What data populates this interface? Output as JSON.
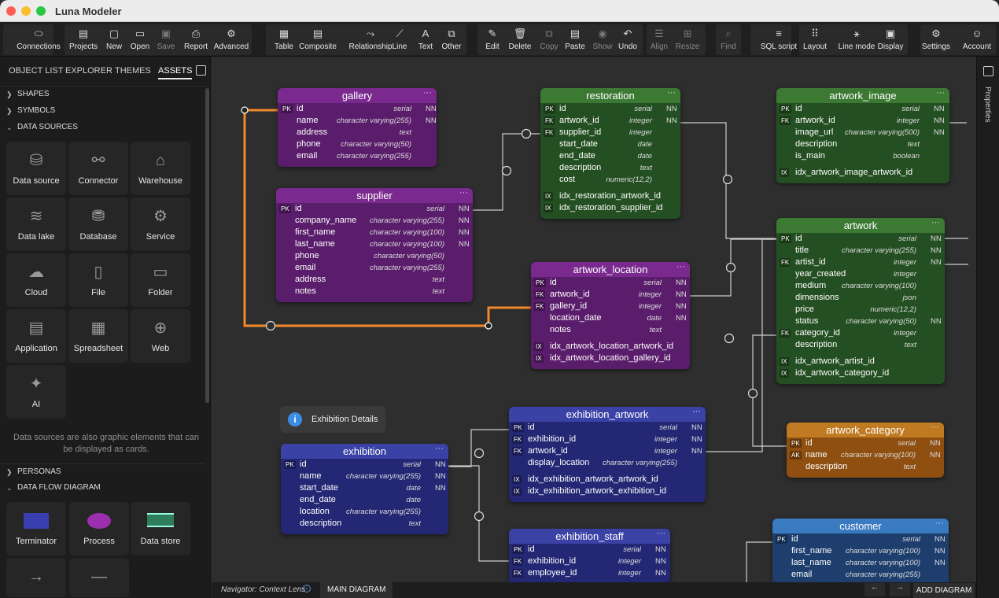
{
  "app": {
    "title": "Luna Modeler"
  },
  "toolbar": [
    {
      "label": "Connections",
      "icon": "db-icon"
    },
    {
      "label": "Projects",
      "icon": "doc-icon"
    },
    {
      "label": "New",
      "icon": "file-icon"
    },
    {
      "label": "Open",
      "icon": "folder-icon"
    },
    {
      "label": "Save",
      "icon": "save-icon"
    },
    {
      "label": "Report",
      "icon": "report-icon"
    },
    {
      "label": "Advanced",
      "icon": "advanced-icon"
    },
    {
      "label": "Table",
      "icon": "table-icon"
    },
    {
      "label": "Composite",
      "icon": "composite-icon"
    },
    {
      "label": "Relationship",
      "icon": "relationship-icon"
    },
    {
      "label": "Line",
      "icon": "line-icon"
    },
    {
      "label": "Text",
      "icon": "text-icon"
    },
    {
      "label": "Other",
      "icon": "other-icon"
    },
    {
      "label": "Edit",
      "icon": "edit-icon"
    },
    {
      "label": "Delete",
      "icon": "delete-icon"
    },
    {
      "label": "Copy",
      "icon": "copy-icon"
    },
    {
      "label": "Paste",
      "icon": "paste-icon"
    },
    {
      "label": "Show",
      "icon": "show-icon"
    },
    {
      "label": "Undo",
      "icon": "undo-icon"
    },
    {
      "label": "Align",
      "icon": "align-icon"
    },
    {
      "label": "Resize",
      "icon": "resize-icon"
    },
    {
      "label": "Find",
      "icon": "find-icon"
    },
    {
      "label": "SQL script",
      "icon": "sql-icon"
    },
    {
      "label": "Layout",
      "icon": "layout-icon"
    },
    {
      "label": "Line mode",
      "icon": "line-mode-icon"
    },
    {
      "label": "Display",
      "icon": "display-icon"
    },
    {
      "label": "Settings",
      "icon": "settings-icon"
    },
    {
      "label": "Account",
      "icon": "account-icon"
    }
  ],
  "panel": {
    "tabs": [
      "OBJECT LIST",
      "EXPLORER",
      "THEMES",
      "ASSETS"
    ],
    "sections": [
      "SHAPES",
      "SYMBOLS",
      "DATA SOURCES",
      "PERSONAS",
      "DATA FLOW DIAGRAM"
    ],
    "data_sources": [
      "Data source",
      "Connector",
      "Warehouse",
      "Data lake",
      "Database",
      "Service",
      "Cloud",
      "File",
      "Folder",
      "Application",
      "Spreadsheet",
      "Web",
      "AI"
    ],
    "help": "Data sources are also graphic elements that can be displayed as cards.",
    "dfd": [
      "Terminator",
      "Process",
      "Data store"
    ],
    "dfd_colors": {
      "terminator": "#3a3fb0",
      "process": "#9b2fae",
      "data_store": "#2e7d5b"
    }
  },
  "right": {
    "properties": "Properties"
  },
  "bottom": {
    "navigator": "Navigator: Context Lens",
    "main_tab": "MAIN DIAGRAM",
    "add": "ADD DIAGRAM"
  },
  "note": {
    "text": "Exhibition Details"
  },
  "entities": {
    "gallery": {
      "title": "gallery",
      "rows": [
        [
          "PK",
          "id",
          "serial",
          "NN"
        ],
        [
          "",
          "name",
          "character varying(255)",
          "NN"
        ],
        [
          "",
          "address",
          "text",
          ""
        ],
        [
          "",
          "phone",
          "character varying(50)",
          ""
        ],
        [
          "",
          "email",
          "character varying(255)",
          ""
        ]
      ]
    },
    "supplier": {
      "title": "supplier",
      "rows": [
        [
          "PK",
          "id",
          "serial",
          "NN"
        ],
        [
          "",
          "company_name",
          "character varying(255)",
          "NN"
        ],
        [
          "",
          "first_name",
          "character varying(100)",
          "NN"
        ],
        [
          "",
          "last_name",
          "character varying(100)",
          "NN"
        ],
        [
          "",
          "phone",
          "character varying(50)",
          ""
        ],
        [
          "",
          "email",
          "character varying(255)",
          ""
        ],
        [
          "",
          "address",
          "text",
          ""
        ],
        [
          "",
          "notes",
          "text",
          ""
        ]
      ]
    },
    "restoration": {
      "title": "restoration",
      "rows": [
        [
          "PK",
          "id",
          "serial",
          "NN"
        ],
        [
          "FK",
          "artwork_id",
          "integer",
          "NN"
        ],
        [
          "FK",
          "supplier_id",
          "integer",
          ""
        ],
        [
          "",
          "start_date",
          "date",
          ""
        ],
        [
          "",
          "end_date",
          "date",
          ""
        ],
        [
          "",
          "description",
          "text",
          ""
        ],
        [
          "",
          "cost",
          "numeric(12,2)",
          ""
        ]
      ],
      "idx": [
        "idx_restoration_artwork_id",
        "idx_restoration_supplier_id"
      ]
    },
    "artwork_image": {
      "title": "artwork_image",
      "rows": [
        [
          "PK",
          "id",
          "serial",
          "NN"
        ],
        [
          "FK",
          "artwork_id",
          "integer",
          "NN"
        ],
        [
          "",
          "image_url",
          "character varying(500)",
          "NN"
        ],
        [
          "",
          "description",
          "text",
          ""
        ],
        [
          "",
          "is_main",
          "boolean",
          ""
        ]
      ],
      "idx": [
        "idx_artwork_image_artwork_id"
      ]
    },
    "artwork_location": {
      "title": "artwork_location",
      "rows": [
        [
          "PK",
          "id",
          "serial",
          "NN"
        ],
        [
          "FK",
          "artwork_id",
          "integer",
          "NN"
        ],
        [
          "FK",
          "gallery_id",
          "integer",
          "NN"
        ],
        [
          "",
          "location_date",
          "date",
          "NN"
        ],
        [
          "",
          "notes",
          "text",
          ""
        ]
      ],
      "idx": [
        "idx_artwork_location_artwork_id",
        "idx_artwork_location_gallery_id"
      ]
    },
    "artwork": {
      "title": "artwork",
      "rows": [
        [
          "PK",
          "id",
          "serial",
          "NN"
        ],
        [
          "",
          "title",
          "character varying(255)",
          "NN"
        ],
        [
          "FK",
          "artist_id",
          "integer",
          "NN"
        ],
        [
          "",
          "year_created",
          "integer",
          ""
        ],
        [
          "",
          "medium",
          "character varying(100)",
          ""
        ],
        [
          "",
          "dimensions",
          "json",
          ""
        ],
        [
          "",
          "price",
          "numeric(12,2)",
          ""
        ],
        [
          "",
          "status",
          "character varying(50)",
          "NN"
        ],
        [
          "FK",
          "category_id",
          "integer",
          ""
        ],
        [
          "",
          "description",
          "text",
          ""
        ]
      ],
      "idx": [
        "idx_artwork_artist_id",
        "idx_artwork_category_id"
      ]
    },
    "exhibition": {
      "title": "exhibition",
      "rows": [
        [
          "PK",
          "id",
          "serial",
          "NN"
        ],
        [
          "",
          "name",
          "character varying(255)",
          "NN"
        ],
        [
          "",
          "start_date",
          "date",
          "NN"
        ],
        [
          "",
          "end_date",
          "date",
          ""
        ],
        [
          "",
          "location",
          "character varying(255)",
          ""
        ],
        [
          "",
          "description",
          "text",
          ""
        ]
      ]
    },
    "exhibition_artwork": {
      "title": "exhibition_artwork",
      "rows": [
        [
          "PK",
          "id",
          "serial",
          "NN"
        ],
        [
          "FK",
          "exhibition_id",
          "integer",
          "NN"
        ],
        [
          "FK",
          "artwork_id",
          "integer",
          "NN"
        ],
        [
          "",
          "display_location",
          "character varying(255)",
          ""
        ]
      ],
      "idx": [
        "idx_exhibition_artwork_artwork_id",
        "idx_exhibition_artwork_exhibition_id"
      ]
    },
    "artwork_category": {
      "title": "artwork_category",
      "rows": [
        [
          "PK",
          "id",
          "serial",
          "NN"
        ],
        [
          "AK",
          "name",
          "character varying(100)",
          "NN"
        ],
        [
          "",
          "description",
          "text",
          ""
        ]
      ]
    },
    "exhibition_staff": {
      "title": "exhibition_staff",
      "rows": [
        [
          "PK",
          "id",
          "serial",
          "NN"
        ],
        [
          "FK",
          "exhibition_id",
          "integer",
          "NN"
        ],
        [
          "FK",
          "employee_id",
          "integer",
          "NN"
        ]
      ]
    },
    "customer": {
      "title": "customer",
      "rows": [
        [
          "PK",
          "id",
          "serial",
          "NN"
        ],
        [
          "",
          "first_name",
          "character varying(100)",
          "NN"
        ],
        [
          "",
          "last_name",
          "character varying(100)",
          "NN"
        ],
        [
          "",
          "email",
          "character varying(255)",
          ""
        ]
      ]
    }
  }
}
